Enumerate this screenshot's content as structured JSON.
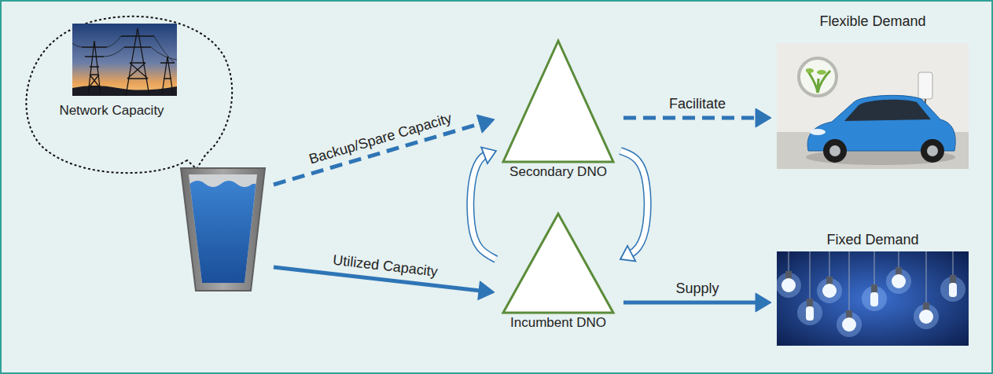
{
  "diagram": {
    "nodes": [
      {
        "text": [
          "Network Capacity"
        ]
      },
      {
        "text": [
          "Secondary DNO"
        ]
      },
      {
        "text": [
          "Incumbent DNO"
        ]
      },
      {
        "text": [
          "Flexible Demand"
        ]
      },
      {
        "text": [
          "Fixed Demand"
        ]
      }
    ],
    "edges": [
      {
        "from": 0,
        "to": 1,
        "label": "Backup/Spare Capacity",
        "arrow": "to"
      },
      {
        "from": 0,
        "to": 2,
        "label": "Utilized Capacity",
        "arrow": "to"
      },
      {
        "from": 2,
        "to": 1,
        "arrow": "to"
      },
      {
        "from": 1,
        "to": 2,
        "arrow": "to"
      },
      {
        "from": 1,
        "to": 3,
        "label": "Facilitate",
        "arrow": "to"
      },
      {
        "from": 2,
        "to": 4,
        "label": "Supply",
        "arrow": "to"
      }
    ]
  }
}
